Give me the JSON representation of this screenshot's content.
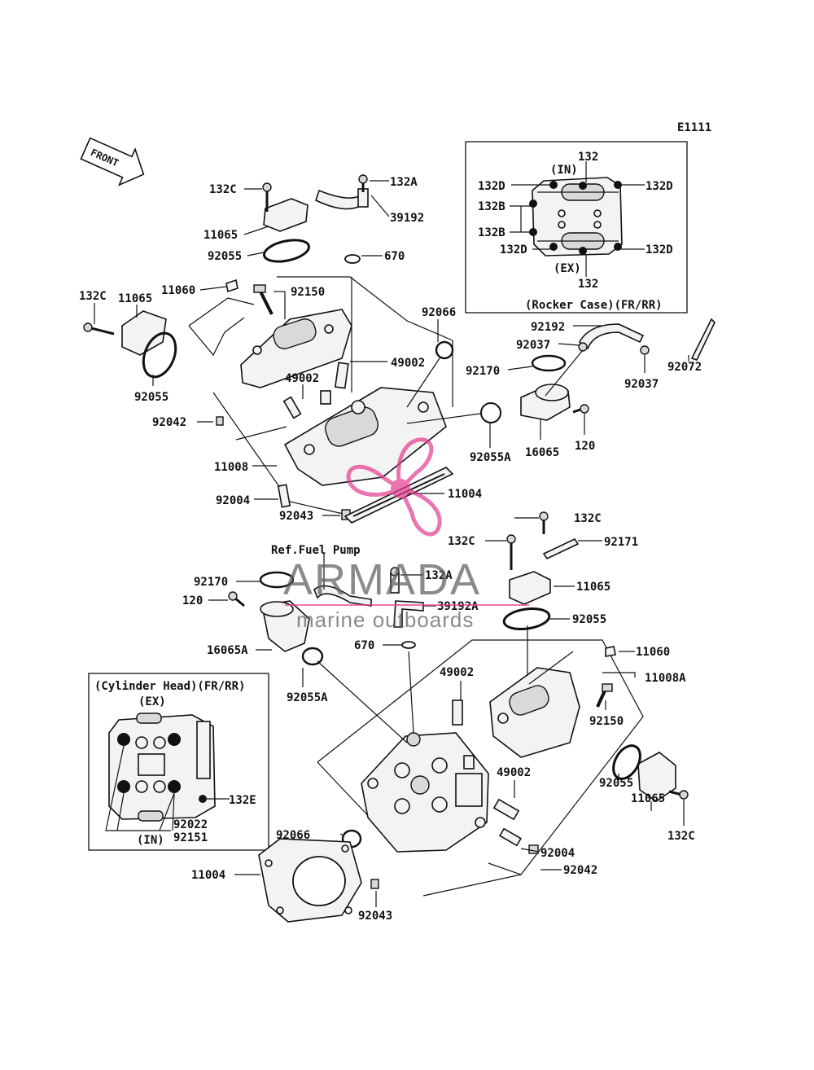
{
  "diagram_code": "E1111",
  "direction": "FRONT",
  "inset_rocker": {
    "caption": "(Rocker Case)(FR/RR)",
    "intake": "(IN)",
    "exhaust": "(EX)",
    "labels": [
      "132",
      "132D",
      "132D",
      "132B",
      "132B",
      "132D",
      "132D",
      "132"
    ]
  },
  "inset_head": {
    "caption": "(Cylinder Head)(FR/RR)",
    "exhaust": "(EX)",
    "intake": "(IN)",
    "labels": [
      "132E",
      "92022",
      "92151"
    ]
  },
  "note": "Ref.Fuel Pump",
  "parts": [
    "132C",
    "132A",
    "39192",
    "11065",
    "92055",
    "670",
    "11060",
    "92150",
    "132C",
    "11065",
    "92066",
    "49002",
    "49002",
    "92055",
    "92042",
    "11008",
    "92004",
    "92043",
    "11004",
    "92192",
    "92037",
    "92170",
    "92037",
    "92072",
    "92055A",
    "16065",
    "120",
    "132C",
    "92171",
    "132C",
    "132A",
    "11065",
    "92170",
    "39192A",
    "120",
    "92055",
    "670",
    "11060",
    "16065A",
    "92055A",
    "11008A",
    "49002",
    "92150",
    "49002",
    "92055",
    "11065",
    "132C",
    "92066",
    "92004",
    "92042",
    "11004",
    "92043"
  ],
  "watermark": {
    "brand": "ARMADA",
    "tagline": "marine outboards",
    "colors": {
      "accent": "#e33b8f",
      "text": "#5a5a5a"
    }
  }
}
